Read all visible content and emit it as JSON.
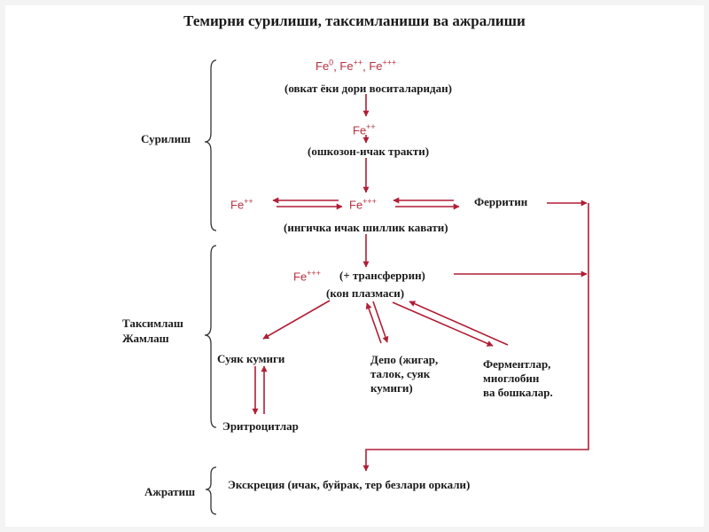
{
  "title": "Темирни сурилиши, таксимланиши ва ажралиши",
  "sections": {
    "absorption": "Сурилиш",
    "distribution_line1": "Таксимлаш",
    "distribution_line2": "Жамлаш",
    "excretion": "Ажратиш"
  },
  "nodes": {
    "iron_forms": {
      "sym": "Fe",
      "charges": [
        "0",
        "++",
        "+++"
      ]
    },
    "source": "(овкат ёки дори воситаларидан)",
    "fe2_top": {
      "sym": "Fe",
      "charge": "++"
    },
    "gi_tract": "(ошкозон-ичак тракти)",
    "fe2_left": {
      "sym": "Fe",
      "charge": "++"
    },
    "fe3_mid": {
      "sym": "Fe",
      "charge": "+++"
    },
    "ferritin": "Ферритин",
    "mucosa": "(ингичка ичак шиллик кавати)",
    "fe3_plasma": {
      "sym": "Fe",
      "charge": "+++"
    },
    "transferrin": "(+ трансферрин)",
    "plasma": "(кон плазмаси)",
    "bone_marrow": "Суяк кумиги",
    "depot": [
      "Депо (жигар,",
      "талок, суяк",
      "кумиги)"
    ],
    "enzymes": [
      "Ферментлар,",
      "миоглобин",
      "ва бошкалар."
    ],
    "erythrocytes": "Эритроцитлар",
    "excretion_text": "Экскреция (ичак, буйрак, тер безлари оркали)"
  },
  "colors": {
    "arrow": "#b01e35",
    "text": "#1a1a1a",
    "brace": "#333333",
    "fe": "#b5303f"
  }
}
